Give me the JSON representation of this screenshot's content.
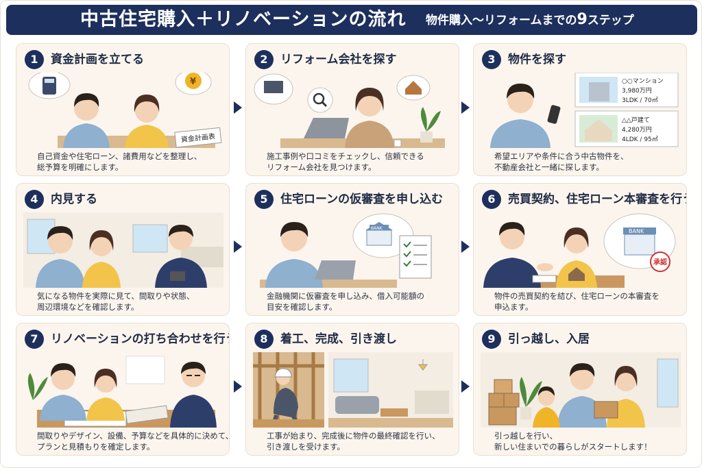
{
  "header": {
    "title": "中古住宅購入＋リノベーションの流れ",
    "subtitle_prefix": "物件購入～リフォームまでの",
    "subtitle_number": "9",
    "subtitle_suffix": "ステップ"
  },
  "steps": [
    {
      "num": "1",
      "title": "資金計画を立てる",
      "desc": [
        "自己資金や住宅ローン、諸費用などを整理し、",
        "総予算を明確にします。"
      ],
      "illus_text": [
        "資金計画表"
      ]
    },
    {
      "num": "2",
      "title": "リフォーム会社を探す",
      "desc": [
        "施工事例や口コミをチェックし、信頼できる",
        "リフォーム会社を見つけます。"
      ]
    },
    {
      "num": "3",
      "title": "物件を探す",
      "desc": [
        "希望エリアや条件に合う中古物件を、",
        "不動産会社と一緒に探します。"
      ],
      "listings": [
        {
          "name": "○○マンション",
          "price": "3,980万円",
          "spec": "3LDK / 70㎡"
        },
        {
          "name": "△△戸建て",
          "price": "4,280万円",
          "spec": "4LDK / 95㎡"
        }
      ]
    },
    {
      "num": "4",
      "title": "内見する",
      "desc": [
        "気になる物件を実際に見て、間取りや状態、",
        "周辺環境などを確認します。"
      ]
    },
    {
      "num": "5",
      "title": "住宅ローンの仮審査を申し込む",
      "desc": [
        "金融機関に仮審査を申し込み、借入可能額の",
        "目安を確認します。"
      ],
      "illus_text": [
        "BANK"
      ]
    },
    {
      "num": "6",
      "title": "売買契約、住宅ローン本審査を行う",
      "desc": [
        "物件の売買契約を結び、住宅ローンの本審査を",
        "申込ます。"
      ],
      "illus_text": [
        "BANK",
        "承認"
      ]
    },
    {
      "num": "7",
      "title": "リノベーションの打ち合わせを行う",
      "desc": [
        "間取りやデザイン、設備、予算などを具体的に決めて、",
        "プランと見積もりを確定します。"
      ]
    },
    {
      "num": "8",
      "title": "着工、完成、引き渡し",
      "desc": [
        "工事が始まり、完成後に物件の最終確認を行い、",
        "引き渡しを受けます。"
      ]
    },
    {
      "num": "9",
      "title": "引っ越し、入居",
      "desc": [
        "引っ越しを行い、",
        "新しい住まいでの暮らしがスタートします！"
      ]
    }
  ],
  "colors": {
    "navy": "#1d2f5c",
    "card": "#fbf5ee",
    "blue_shirt": "#8fb0cf",
    "yellow_shirt": "#f2c44a",
    "skin": "#f4d2b5",
    "hair": "#3a2a20"
  }
}
